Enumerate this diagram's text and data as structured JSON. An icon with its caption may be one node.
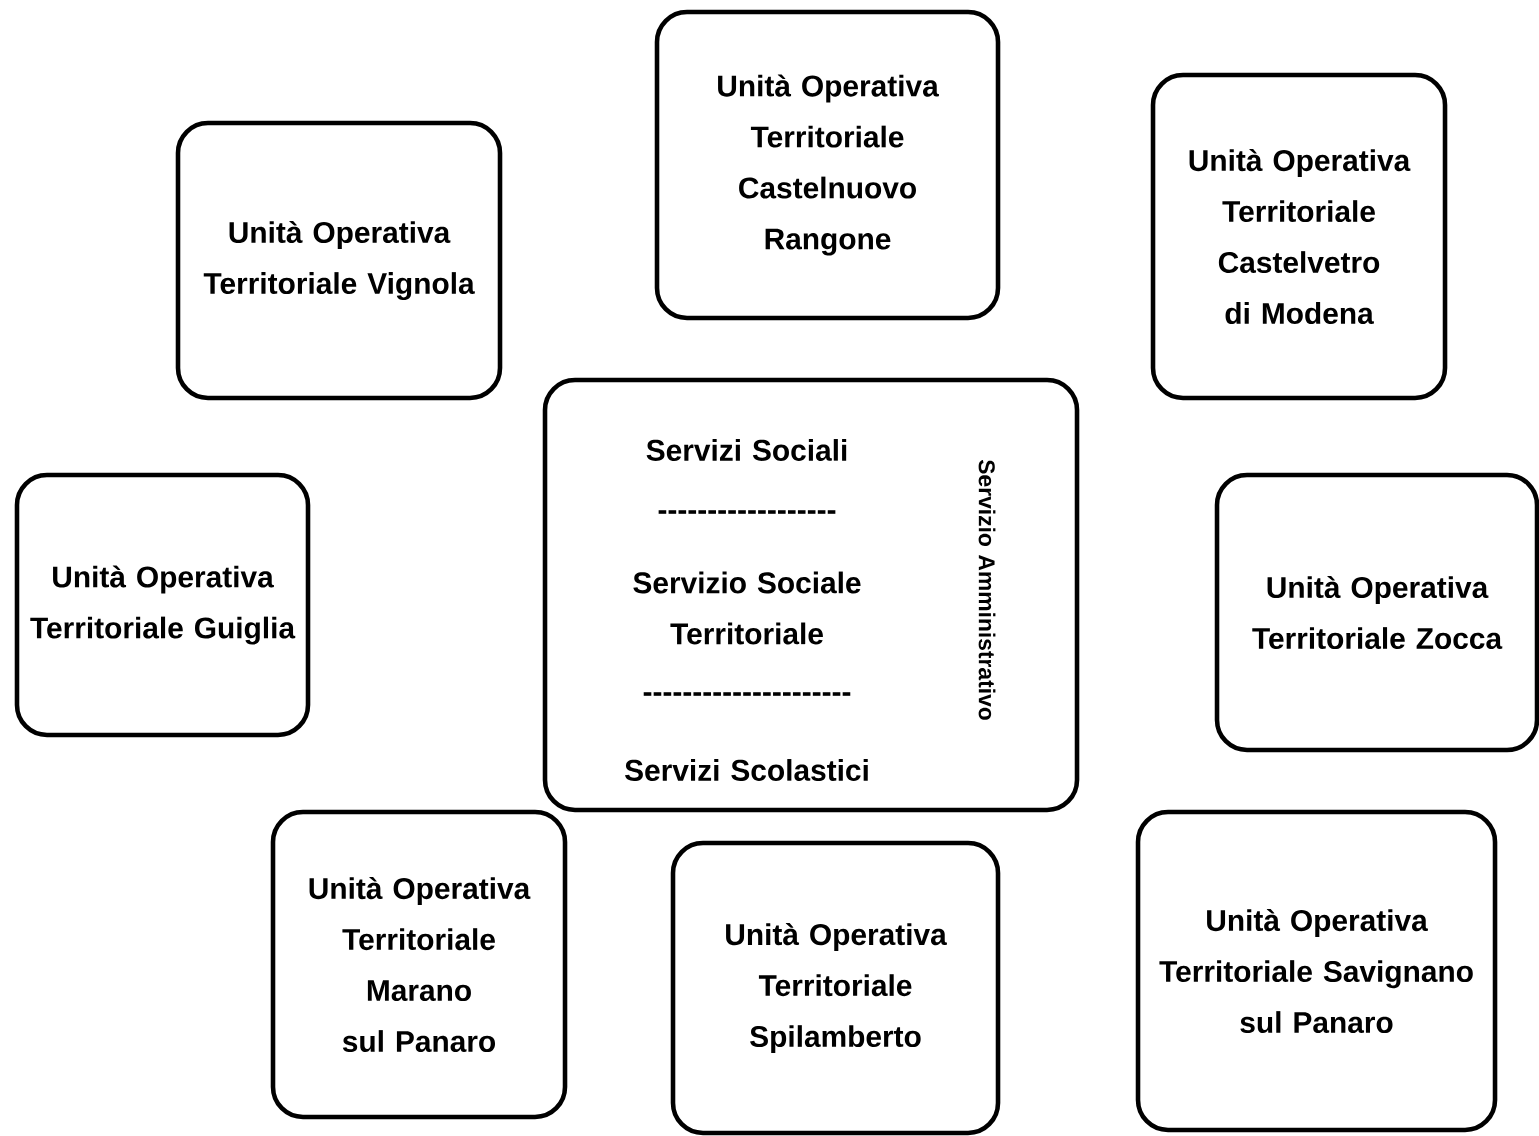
{
  "diagram": {
    "nodes": [
      {
        "text": [
          "Unità Operativa Territoriale Vignola"
        ]
      },
      {
        "text": [
          "Unità Operativa Territoriale Castelnuovo Rangone"
        ]
      },
      {
        "text": [
          "Unità Operativa Territoriale Castelvetro di Modena"
        ]
      },
      {
        "text": [
          "Unità Operativa Territoriale Guiglia"
        ]
      },
      {
        "text": [
          "Servizi Sociali",
          "------------------",
          "Servizio Sociale Territoriale",
          "---------------------",
          "Servizi Scolastici",
          "Servizio Amministrativo"
        ]
      },
      {
        "text": [
          "Unità Operativa Territoriale Zocca"
        ]
      },
      {
        "text": [
          "Unità Operativa Territoriale Marano sul Panaro"
        ]
      },
      {
        "text": [
          "Unità Operativa Territoriale Spilamberto"
        ]
      },
      {
        "text": [
          "Unità Operativa Territoriale Savignano sul Panaro"
        ]
      }
    ]
  }
}
